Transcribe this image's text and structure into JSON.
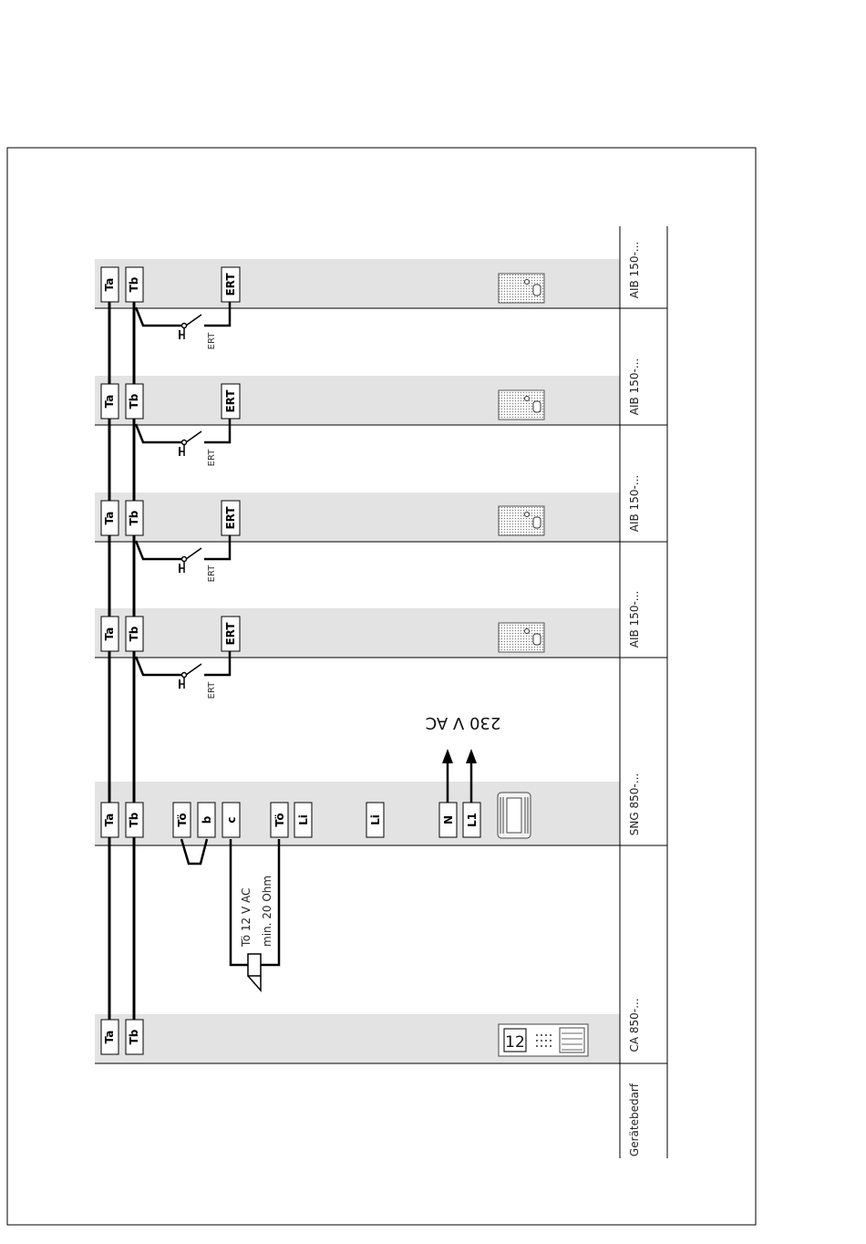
{
  "terminals": {
    "ta": "Ta",
    "tb": "Tb",
    "ert": "ERT",
    "toe": "Tö",
    "b": "b",
    "c": "c",
    "li": "Li",
    "n": "N",
    "l1": "L1"
  },
  "labels": {
    "ert_switch": "ERT",
    "ac_230": "230 V AC",
    "bell_voltage": "Tö 12 V AC",
    "bell_resistance": "min. 20 Ohm",
    "ca_display": "12"
  },
  "devices": {
    "requirement_header": "Gerätebedarf",
    "ca": "CA 850-...",
    "sng": "SNG 850-...",
    "aib": "AIB 150-..."
  },
  "colors": {
    "band": "#e3e3e3",
    "line": "#000000",
    "frame": "#000000"
  }
}
